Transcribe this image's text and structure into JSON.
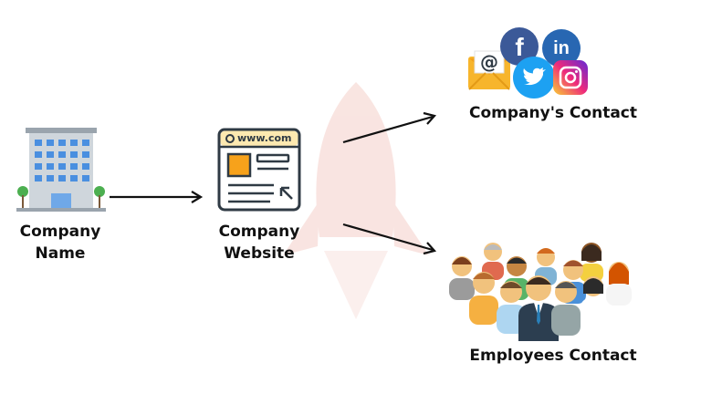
{
  "nodes": {
    "company": {
      "line1": "Company",
      "line2": "Name"
    },
    "website": {
      "line1": "Company",
      "line2": "Website",
      "url": "www.com"
    },
    "company_contact": {
      "label": "Company's Contact"
    },
    "employees_contact": {
      "label": "Employees Contact"
    }
  },
  "social_icons": [
    "email-icon",
    "facebook-icon",
    "linkedin-icon",
    "twitter-icon",
    "instagram-icon"
  ],
  "social_glyphs": {
    "email": "@",
    "facebook": "f",
    "linkedin": "in"
  },
  "colors": {
    "arrow": "#111111",
    "facebook": "#3b5998",
    "linkedin": "#2867b2",
    "twitter": "#1da1f2",
    "email": "#f7b52c",
    "website_header": "#fde9b0",
    "website_accent": "#f7a21b",
    "watermark": "#f6d7d2"
  }
}
